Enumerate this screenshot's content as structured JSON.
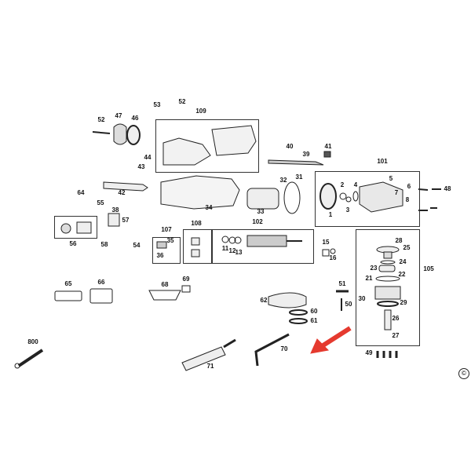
{
  "diagram": {
    "labels": [
      "53",
      "52",
      "109",
      "52",
      "47",
      "46",
      "40",
      "39",
      "41",
      "101",
      "44",
      "43",
      "5",
      "6",
      "7",
      "8",
      "48",
      "2",
      "4",
      "3",
      "1",
      "32",
      "31",
      "42",
      "64",
      "34",
      "33",
      "55",
      "38",
      "57",
      "56",
      "58",
      "107",
      "108",
      "102",
      "35",
      "36",
      "54",
      "11",
      "12",
      "13",
      "15",
      "16",
      "28",
      "25",
      "105",
      "24",
      "23",
      "22",
      "21",
      "51",
      "30",
      "29",
      "50",
      "62",
      "60",
      "61",
      "26",
      "27",
      "65",
      "66",
      "68",
      "69",
      "800",
      "70",
      "71",
      "49"
    ],
    "copyright": "©",
    "accent_color": "#e53a2f"
  }
}
